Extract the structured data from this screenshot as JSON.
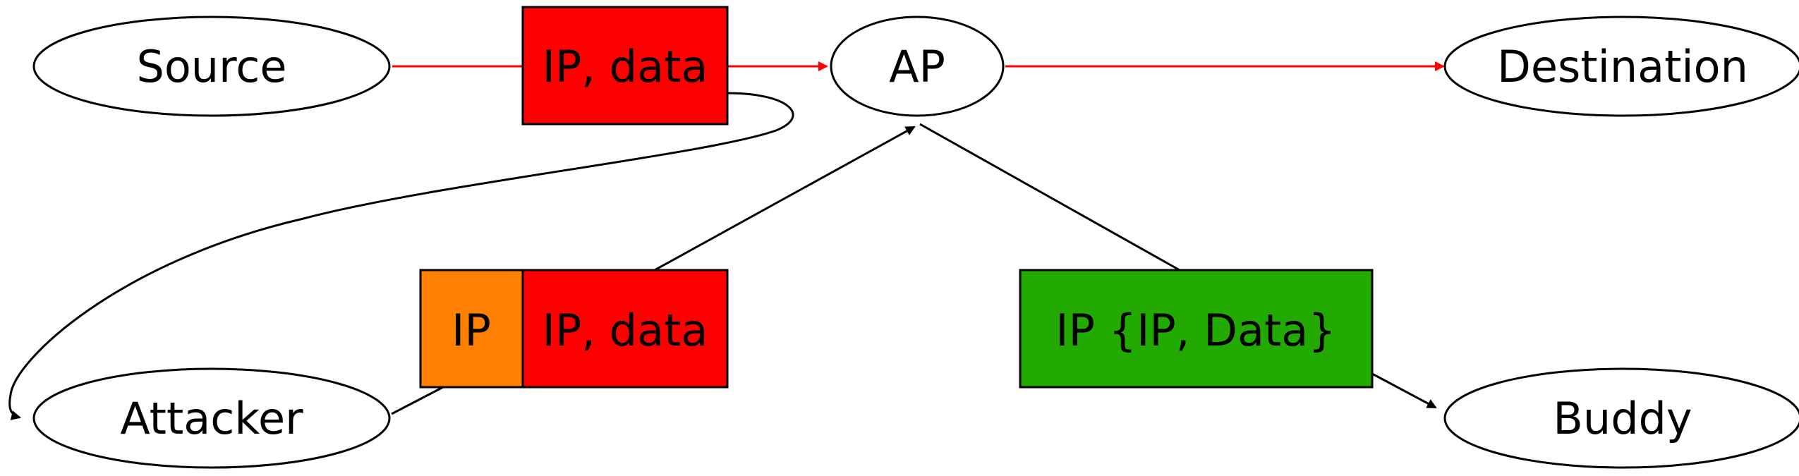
{
  "nodes": {
    "source": "Source",
    "ap": "AP",
    "destination": "Destination",
    "attacker": "Attacker",
    "buddy": "Buddy"
  },
  "packets": {
    "top": {
      "label": "IP, data",
      "color": "#ff0000"
    },
    "attacker": {
      "outer_label": "IP",
      "outer_color": "#ff8000",
      "inner_label": "IP, data",
      "inner_color": "#ff0000"
    },
    "buddy": {
      "label": "IP {IP, Data}",
      "color": "#22aa00"
    }
  },
  "colors": {
    "edge_red": "#ff0000",
    "edge_black": "#000000",
    "node_fill": "#ffffff"
  }
}
